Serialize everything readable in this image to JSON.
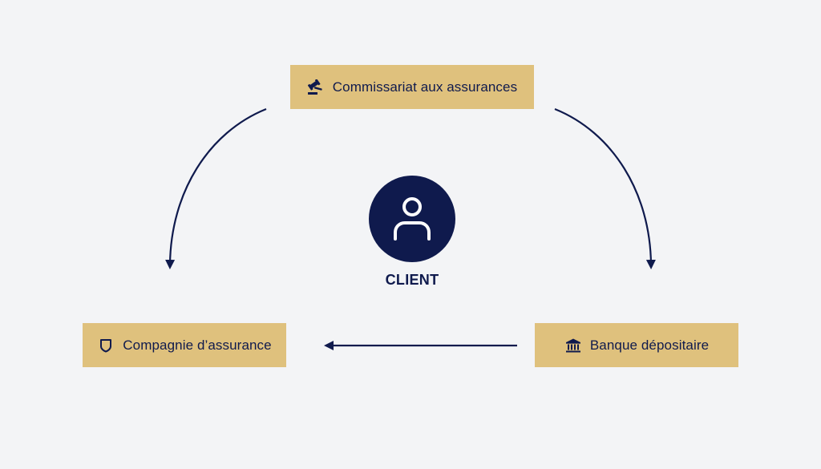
{
  "nodes": {
    "top": {
      "label": "Commissariat aux assurances",
      "icon": "gavel-icon"
    },
    "left": {
      "label": "Compagnie d’assurance",
      "icon": "shield-icon"
    },
    "right": {
      "label": "Banque dépositaire",
      "icon": "bank-icon"
    }
  },
  "center": {
    "label": "CLIENT",
    "icon": "user-icon"
  },
  "edges": [
    {
      "from": "Commissariat aux assurances",
      "to": "Compagnie d’assurance"
    },
    {
      "from": "Commissariat aux assurances",
      "to": "Banque dépositaire"
    },
    {
      "from": "Banque dépositaire",
      "to": "Compagnie d’assurance"
    }
  ],
  "colors": {
    "background": "#f3f4f6",
    "node_fill": "#dfc17d",
    "navy": "#0f1a4d"
  }
}
